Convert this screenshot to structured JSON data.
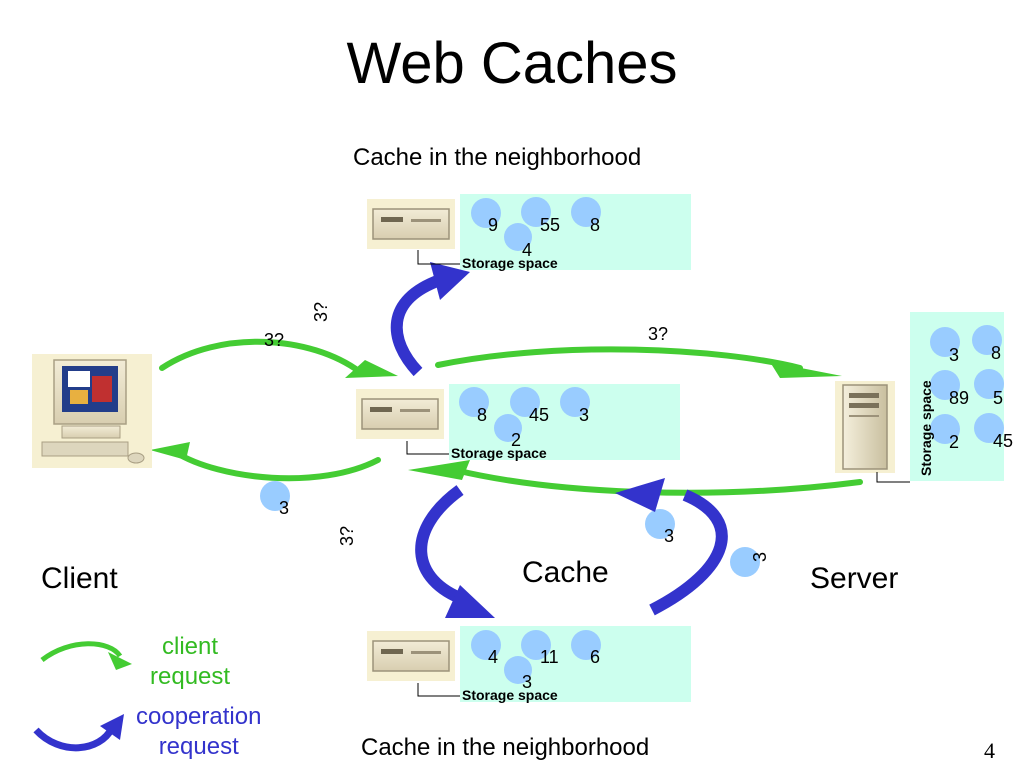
{
  "title": "Web Caches",
  "top_caption": "Cache in the neighborhood",
  "bottom_caption": "Cache in the neighborhood",
  "labels": {
    "client": "Client",
    "cache": "Cache",
    "server": "Server"
  },
  "storage_label": "Storage space",
  "storages": {
    "top": {
      "items": [
        "9",
        "55",
        "8",
        "4"
      ]
    },
    "middle": {
      "items": [
        "8",
        "45",
        "3",
        "2"
      ]
    },
    "bottom": {
      "items": [
        "4",
        "11",
        "6",
        "3"
      ]
    },
    "server": {
      "items": [
        "3",
        "8",
        "89",
        "5",
        "2",
        "45"
      ]
    }
  },
  "messages": {
    "q_client_to_cache": "3?",
    "q_cache_to_server": "3?",
    "q_cache_to_top": "3?",
    "q_cache_to_bottom": "3?",
    "reply_to_client": "3",
    "reply_on_return": "3",
    "reply_bottom_to_cache": "3"
  },
  "legend": {
    "client_request": [
      "client",
      "request"
    ],
    "cooperation_request": [
      "cooperation",
      "request"
    ]
  },
  "page_number": "4",
  "colors": {
    "client_request_arrow": "#44cc33",
    "cooperation_request_arrow": "#3333cc",
    "storage_bg": "#ccffee",
    "ball": "#99ccff",
    "client_legend_text": "#33bb22",
    "cooperation_legend_text": "#3333cc"
  }
}
